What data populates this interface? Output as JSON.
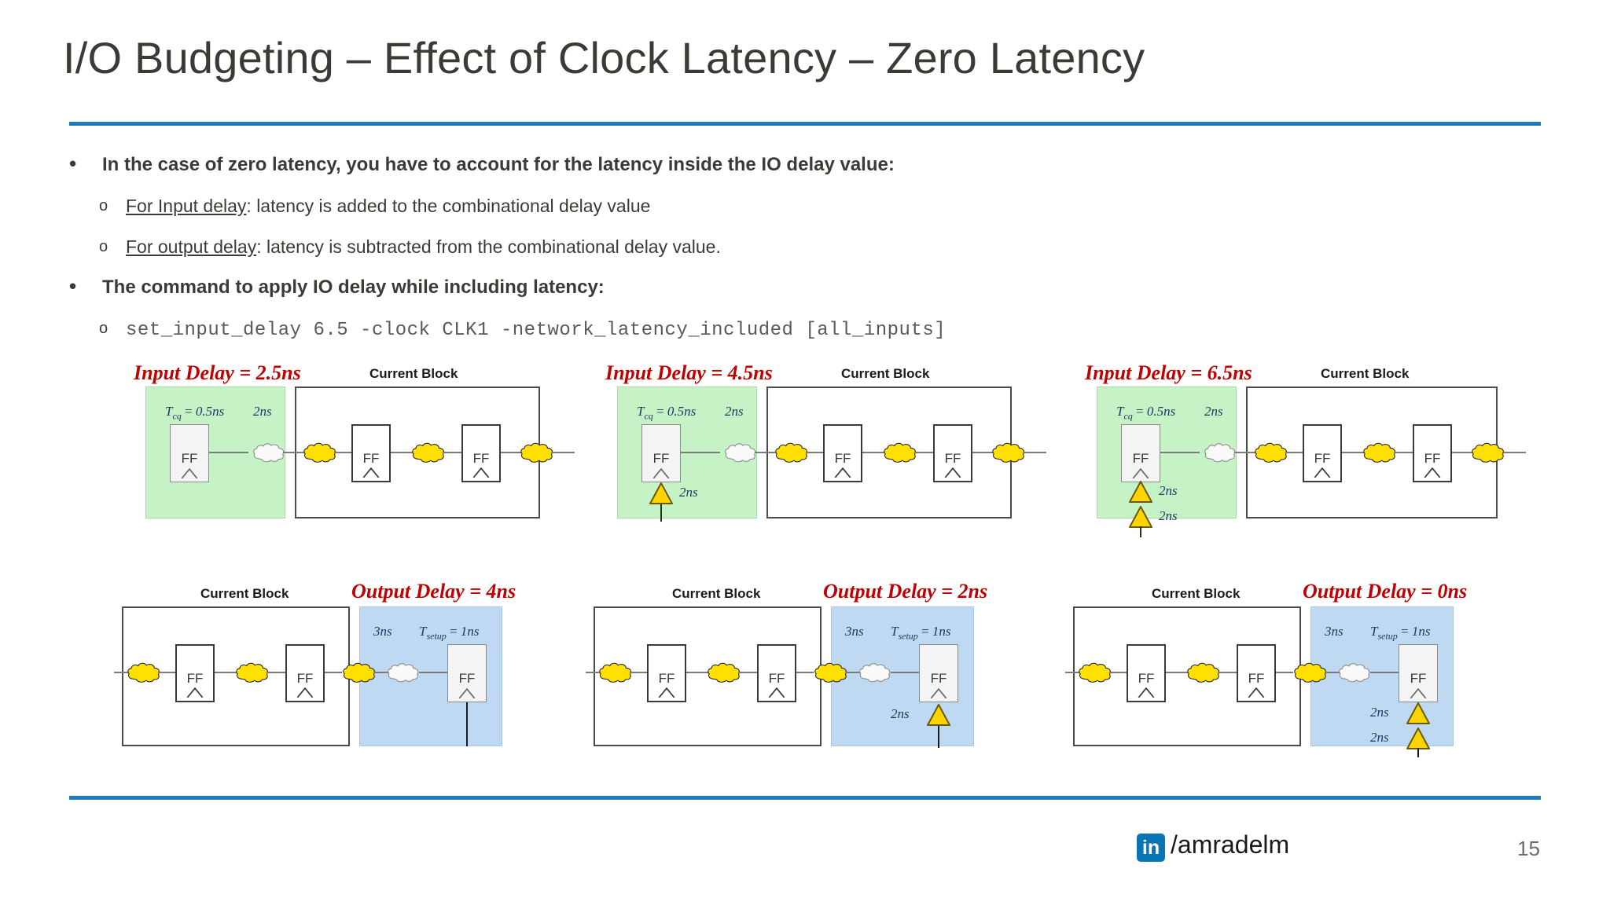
{
  "slide": {
    "title": "I/O Budgeting – Effect of Clock Latency – Zero Latency",
    "page_number": "15",
    "accent_color": "#1B7AC2",
    "label_color": "#C00000",
    "green_panel_color": "#C6F3C6",
    "blue_panel_color": "#BFD9F2",
    "cloud_yellow": "#FFE000",
    "cloud_white": "#FAFAFA"
  },
  "bullets": {
    "marker_level1": "•",
    "marker_level2": "o",
    "items": [
      {
        "level": 1,
        "text": "In the case of zero latency, you have to account for the latency inside the IO delay value:"
      },
      {
        "level": 2,
        "underlined": "For Input delay",
        "rest": ": latency is added to the combinational delay value"
      },
      {
        "level": 2,
        "underlined": "For output delay",
        "rest": ": latency is subtracted from the combinational delay value."
      },
      {
        "level": 1,
        "text": "The command to apply IO delay while including latency:"
      },
      {
        "level": 2,
        "code": "set_input_delay 6.5 -clock CLK1 -network_latency_included [all_inputs]"
      }
    ]
  },
  "diagrams": {
    "current_block_label": "Current Block",
    "ff_label": "FF",
    "top_row": [
      {
        "id": "input-delay-2p5",
        "delay_label": "Input Delay = 2.5ns",
        "tcq_label": "T",
        "tcq_sub": "cq",
        "tcq_value": " = 0.5ns",
        "cloud_delay": "2ns",
        "buffers": []
      },
      {
        "id": "input-delay-4p5",
        "delay_label": "Input Delay = 4.5ns",
        "tcq_label": "T",
        "tcq_sub": "cq",
        "tcq_value": " = 0.5ns",
        "cloud_delay": "2ns",
        "buffers": [
          "2ns"
        ]
      },
      {
        "id": "input-delay-6p5",
        "delay_label": "Input Delay = 6.5ns",
        "tcq_label": "T",
        "tcq_sub": "cq",
        "tcq_value": " = 0.5ns",
        "cloud_delay": "2ns",
        "buffers": [
          "2ns",
          "2ns"
        ]
      }
    ],
    "bottom_row": [
      {
        "id": "output-delay-4",
        "delay_label": "Output Delay = 4ns",
        "cloud_delay": "3ns",
        "tsetup_label": "T",
        "tsetup_sub": "setup",
        "tsetup_value": " = 1ns",
        "buffers": []
      },
      {
        "id": "output-delay-2",
        "delay_label": "Output Delay = 2ns",
        "cloud_delay": "3ns",
        "tsetup_label": "T",
        "tsetup_sub": "setup",
        "tsetup_value": " = 1ns",
        "buffers": [
          "2ns"
        ]
      },
      {
        "id": "output-delay-0",
        "delay_label": "Output Delay = 0ns",
        "cloud_delay": "3ns",
        "tsetup_label": "T",
        "tsetup_sub": "setup",
        "tsetup_value": " = 1ns",
        "buffers": [
          "2ns",
          "2ns"
        ]
      }
    ]
  },
  "footer": {
    "linkedin_glyph": "in",
    "handle": "/amradelm",
    "page_number": "15"
  }
}
